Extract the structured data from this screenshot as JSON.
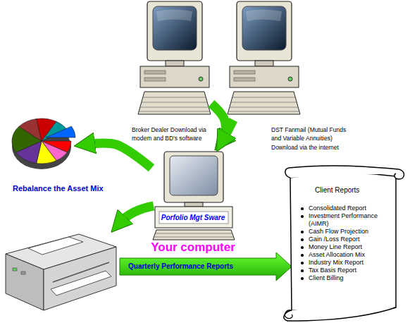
{
  "diagram": {
    "nodes": [
      {
        "text": [
          "Broker Dealer Download via modem and BD's software"
        ]
      },
      {
        "text": [
          "DST Fanmail (Mutual Funds and Variable Annuities) Download via the internet"
        ]
      },
      {
        "text": [
          "Rebalance the Asset Mix"
        ]
      },
      {
        "text": [
          "Porfolio Mgt Sware",
          "Your computer"
        ]
      },
      {
        "text": [
          "Client Reports",
          "Consolidated Report",
          "Investment Performance (AIMR)",
          "Cash Flow Projection",
          "Gain /Loss Report",
          "Money Line Report",
          "Asset Allocation Mix",
          "Industry Mix Report",
          "Tax Basis Report",
          "Client Billing"
        ]
      }
    ],
    "edges": [
      {
        "from": 0,
        "to": 3,
        "arrow": "to"
      },
      {
        "from": 1,
        "to": 3,
        "arrow": "to"
      },
      {
        "from": 3,
        "to": 2,
        "arrow": "to"
      }
    ],
    "labels": [
      "Quarterly Performance Reports"
    ]
  }
}
